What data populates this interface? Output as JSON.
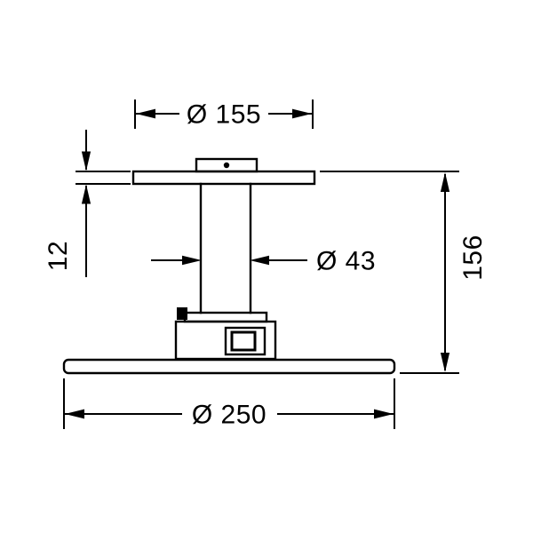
{
  "drawing": {
    "dimensions": {
      "top_diameter": "Ø 155",
      "plate_thickness": "12",
      "pipe_diameter": "Ø 43",
      "total_height": "156",
      "head_diameter": "Ø 250"
    },
    "colors": {
      "line": "#000000",
      "background": "#ffffff"
    }
  }
}
